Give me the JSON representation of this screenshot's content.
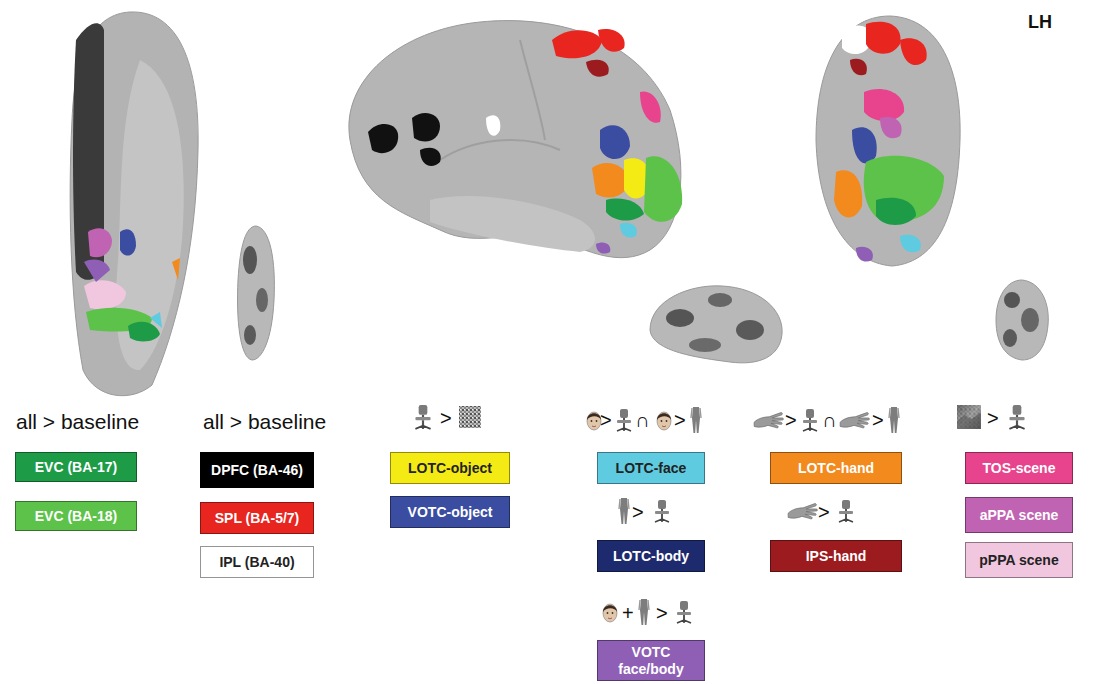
{
  "diagram": {
    "labels": [
      "LH",
      "all > baseline",
      "all > baseline",
      ">",
      ">",
      "∩",
      ">",
      ">",
      "∩",
      ">",
      ">",
      ">",
      ">",
      "+",
      ">"
    ],
    "legend": [
      {
        "text": "EVC (BA-17)",
        "color": "#1e9b47"
      },
      {
        "text": "EVC (BA-18)",
        "color": "#5dc24a"
      },
      {
        "text": "DPFC (BA-46)",
        "color": "#000000"
      },
      {
        "text": "SPL (BA-5/7)",
        "color": "#e8251f"
      },
      {
        "text": "IPL (BA-40)",
        "color": "#ffffff"
      },
      {
        "text": "LOTC-object",
        "color": "#f5eb14"
      },
      {
        "text": "VOTC-object",
        "color": "#3b4da0"
      },
      {
        "text": "LOTC-face",
        "color": "#5fcbe0"
      },
      {
        "text": "LOTC-body",
        "color": "#1d2a6e"
      },
      {
        "text": "VOTC face/body",
        "color": "#8e5fb5"
      },
      {
        "text": "LOTC-hand",
        "color": "#f28a1e"
      },
      {
        "text": "IPS-hand",
        "color": "#9b1b1e"
      },
      {
        "text": "TOS-scene",
        "color": "#e8448d"
      },
      {
        "text": "aPPA scene",
        "color": "#c163b3"
      },
      {
        "text": "pPPA scene",
        "color": "#f1c7e0"
      }
    ]
  }
}
